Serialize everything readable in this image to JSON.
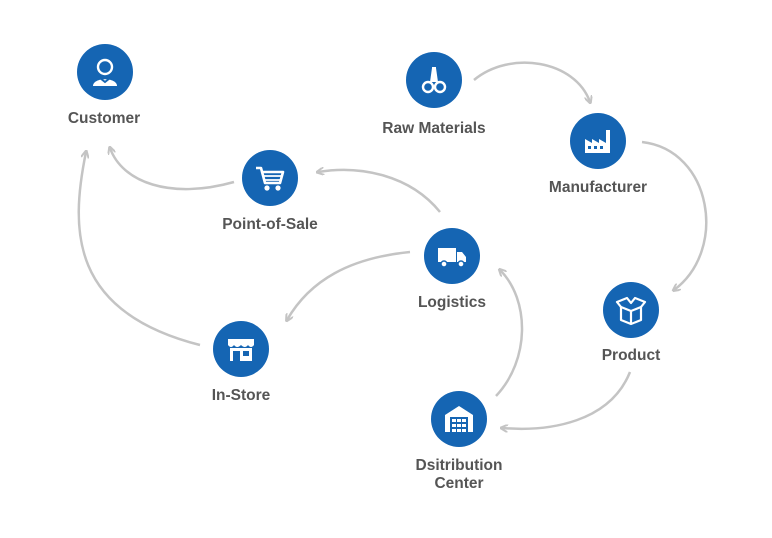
{
  "nodes": {
    "customer": {
      "label": "Customer",
      "icon": "user-icon"
    },
    "raw_materials": {
      "label": "Raw Materials",
      "icon": "raw-materials-icon"
    },
    "manufacturer": {
      "label": "Manufacturer",
      "icon": "factory-icon"
    },
    "point_of_sale": {
      "label": "Point-of-Sale",
      "icon": "cart-icon"
    },
    "logistics": {
      "label": "Logistics",
      "icon": "truck-icon"
    },
    "product": {
      "label": "Product",
      "icon": "box-icon"
    },
    "in_store": {
      "label": "In-Store",
      "icon": "store-icon"
    },
    "distribution_center": {
      "label_line1": "Dsitribution",
      "label_line2": "Center",
      "icon": "warehouse-icon"
    }
  },
  "colors": {
    "node_fill": "#1565b3",
    "arrow": "#c4c4c4",
    "label": "#555555"
  }
}
